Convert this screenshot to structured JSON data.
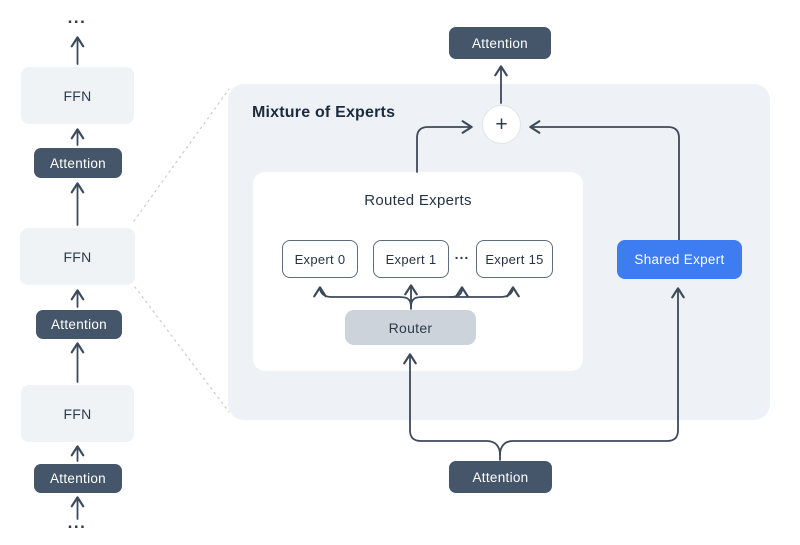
{
  "colors": {
    "canvas_bg": "#ffffff",
    "moe_panel_bg": "#eef1f5",
    "inner_panel_bg": "#ffffff",
    "dark_box_bg": "#46566a",
    "light_box_bg": "#f0f3f6",
    "router_bg": "#ccd3db",
    "shared_expert_bg": "#3e7cf2",
    "expert_border": "#5d6c7e",
    "line_color": "#3d4a5a",
    "dotted_line_color": "#c9ced6",
    "text_dark": "#22303f",
    "text_light": "#ffffff"
  },
  "transformer_stack": {
    "ellipsis_top": "...",
    "blocks": [
      {
        "label": "FFN"
      },
      {
        "label": "Attention"
      },
      {
        "label": "FFN"
      },
      {
        "label": "Attention"
      },
      {
        "label": "FFN"
      },
      {
        "label": "Attention"
      }
    ],
    "ellipsis_bottom": "..."
  },
  "moe": {
    "title": "Mixture of Experts",
    "sum_symbol": "+",
    "attention_top": "Attention",
    "attention_bottom": "Attention",
    "shared_expert": "Shared Expert",
    "routed": {
      "title": "Routed Experts",
      "experts": [
        {
          "label": "Expert 0"
        },
        {
          "label": "Expert 1"
        },
        {
          "label": "Expert 15"
        }
      ],
      "ellipsis": "...",
      "router": "Router"
    }
  }
}
